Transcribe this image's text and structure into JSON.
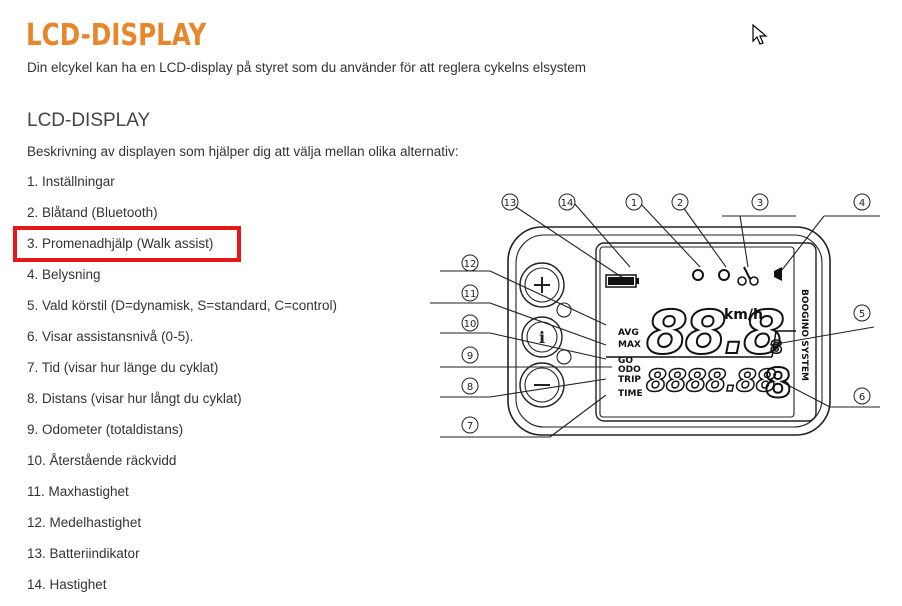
{
  "header": {
    "title": "LCD-DISPLAY",
    "subtitle": "Din elcykel kan ha en LCD-display på styret som du använder för att reglera cykelns elsystem"
  },
  "section": {
    "heading": "LCD-DISPLAY",
    "description": "Beskrivning av displayen som hjälper dig att välja mellan olika alternativ:"
  },
  "items": [
    "1. Inställningar",
    "2. Blåtand (Bluetooth)",
    "3. Promenadhjälp (Walk assist)",
    "4. Belysning",
    "5. Vald körstil (D=dynamisk, S=standard, C=control)",
    "6. Visar assistansnivå (0-5).",
    "7. Tid (visar hur länge du cyklat)",
    "8. Distans (visar hur långt du cyklat)",
    "9. Odometer (totaldistans)",
    "10. Återstående räckvidd",
    "11. Maxhastighet",
    "12. Medelhastighet",
    "13. Batteriindikator",
    "14. Hastighet"
  ],
  "highlighted_item_index": 2,
  "colors": {
    "title": "#e8862b",
    "highlight": "#e21919"
  },
  "diagram": {
    "callouts": [
      "13",
      "14",
      "1",
      "2",
      "3",
      "4",
      "12",
      "11",
      "10",
      "9",
      "8",
      "7",
      "5",
      "6"
    ],
    "lcd": {
      "speed_digits": "88.8",
      "speed_unit": "km/h",
      "small_digit": "8",
      "big_digit": "8",
      "odometer_digits": "8888.88",
      "labels": [
        "AVG",
        "MAX",
        "GO",
        "ODO",
        "TRIP",
        "TIME"
      ],
      "brand_text": "BOOGINO SYSTEM"
    }
  }
}
